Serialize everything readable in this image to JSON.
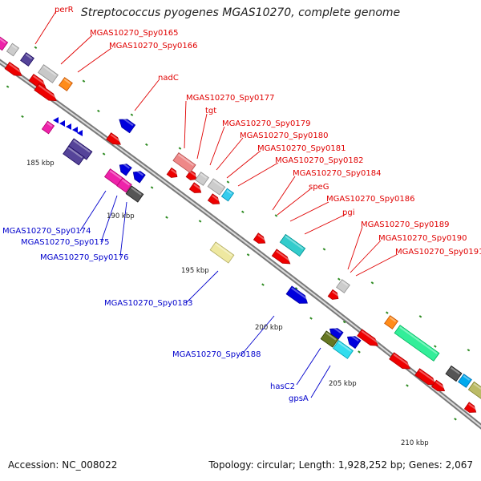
{
  "title": "Streptococcus pyogenes MGAS10270, complete genome",
  "footer": {
    "accession": "Accession: NC_008022",
    "topology": "Topology: circular; Length: 1,928,252 bp; Genes: 2,067"
  },
  "colors": {
    "label_red": "#e00000",
    "label_blue": "#0000cc",
    "backbone": "#777777",
    "tick": "#2e8b22"
  },
  "ticks": [
    "185 kbp",
    "190 kbp",
    "195 kbp",
    "200 kbp",
    "205 kbp",
    "210 kbp"
  ],
  "labels_red": [
    "perR",
    "MGAS10270_Spy0165",
    "MGAS10270_Spy0166",
    "nadC",
    "MGAS10270_Spy0177",
    "tgt",
    "MGAS10270_Spy0179",
    "MGAS10270_Spy0180",
    "MGAS10270_Spy0181",
    "MGAS10270_Spy0182",
    "MGAS10270_Spy0184",
    "speG",
    "MGAS10270_Spy0186",
    "pgi",
    "MGAS10270_Spy0189",
    "MGAS10270_Spy0190",
    "MGAS10270_Spy0191"
  ],
  "labels_blue": [
    "MGAS10270_Spy0174",
    "MGAS10270_Spy0175",
    "MGAS10270_Spy0176",
    "MGAS10270_Spy0183",
    "MGAS10270_Spy0188",
    "hasC2",
    "gpsA"
  ]
}
